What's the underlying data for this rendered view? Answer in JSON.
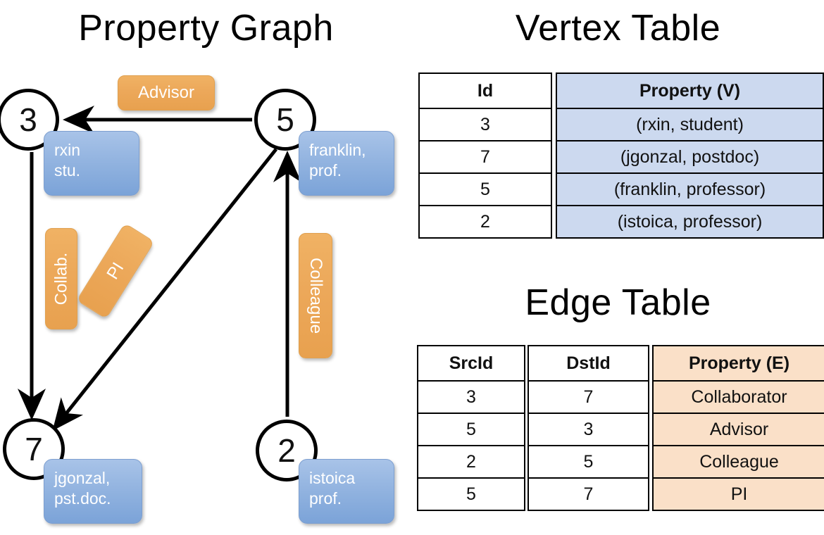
{
  "titles": {
    "property_graph": "Property Graph",
    "vertex_table": "Vertex Table",
    "edge_table": "Edge Table"
  },
  "graph": {
    "nodes": [
      {
        "id": "3",
        "label": "3",
        "property_line1": "rxin",
        "property_line2": "stu."
      },
      {
        "id": "5",
        "label": "5",
        "property_line1": "franklin,",
        "property_line2": "prof."
      },
      {
        "id": "7",
        "label": "7",
        "property_line1": "jgonzal,",
        "property_line2": "pst.doc."
      },
      {
        "id": "2",
        "label": "2",
        "property_line1": "istoica",
        "property_line2": "prof."
      }
    ],
    "edge_labels": {
      "advisor": "Advisor",
      "collab": "Collab.",
      "pi": "PI",
      "colleague": "Colleague"
    }
  },
  "vertex_table": {
    "headers": {
      "id": "Id",
      "property": "Property (V)"
    },
    "rows": [
      {
        "id": "3",
        "property": "(rxin, student)"
      },
      {
        "id": "7",
        "property": "(jgonzal, postdoc)"
      },
      {
        "id": "5",
        "property": "(franklin, professor)"
      },
      {
        "id": "2",
        "property": "(istoica, professor)"
      }
    ]
  },
  "edge_table": {
    "headers": {
      "src": "SrcId",
      "dst": "DstId",
      "property": "Property (E)"
    },
    "rows": [
      {
        "src": "3",
        "dst": "7",
        "property": "Collaborator"
      },
      {
        "src": "5",
        "dst": "3",
        "property": "Advisor"
      },
      {
        "src": "2",
        "dst": "5",
        "property": "Colleague"
      },
      {
        "src": "5",
        "dst": "7",
        "property": "PI"
      }
    ]
  },
  "colors": {
    "vertex_property_fill": "#ccd9ef",
    "edge_property_fill": "#fae0c8",
    "node_box_blue": "#93b4e0",
    "edge_label_orange": "#eca85a",
    "stroke": "#000000"
  }
}
